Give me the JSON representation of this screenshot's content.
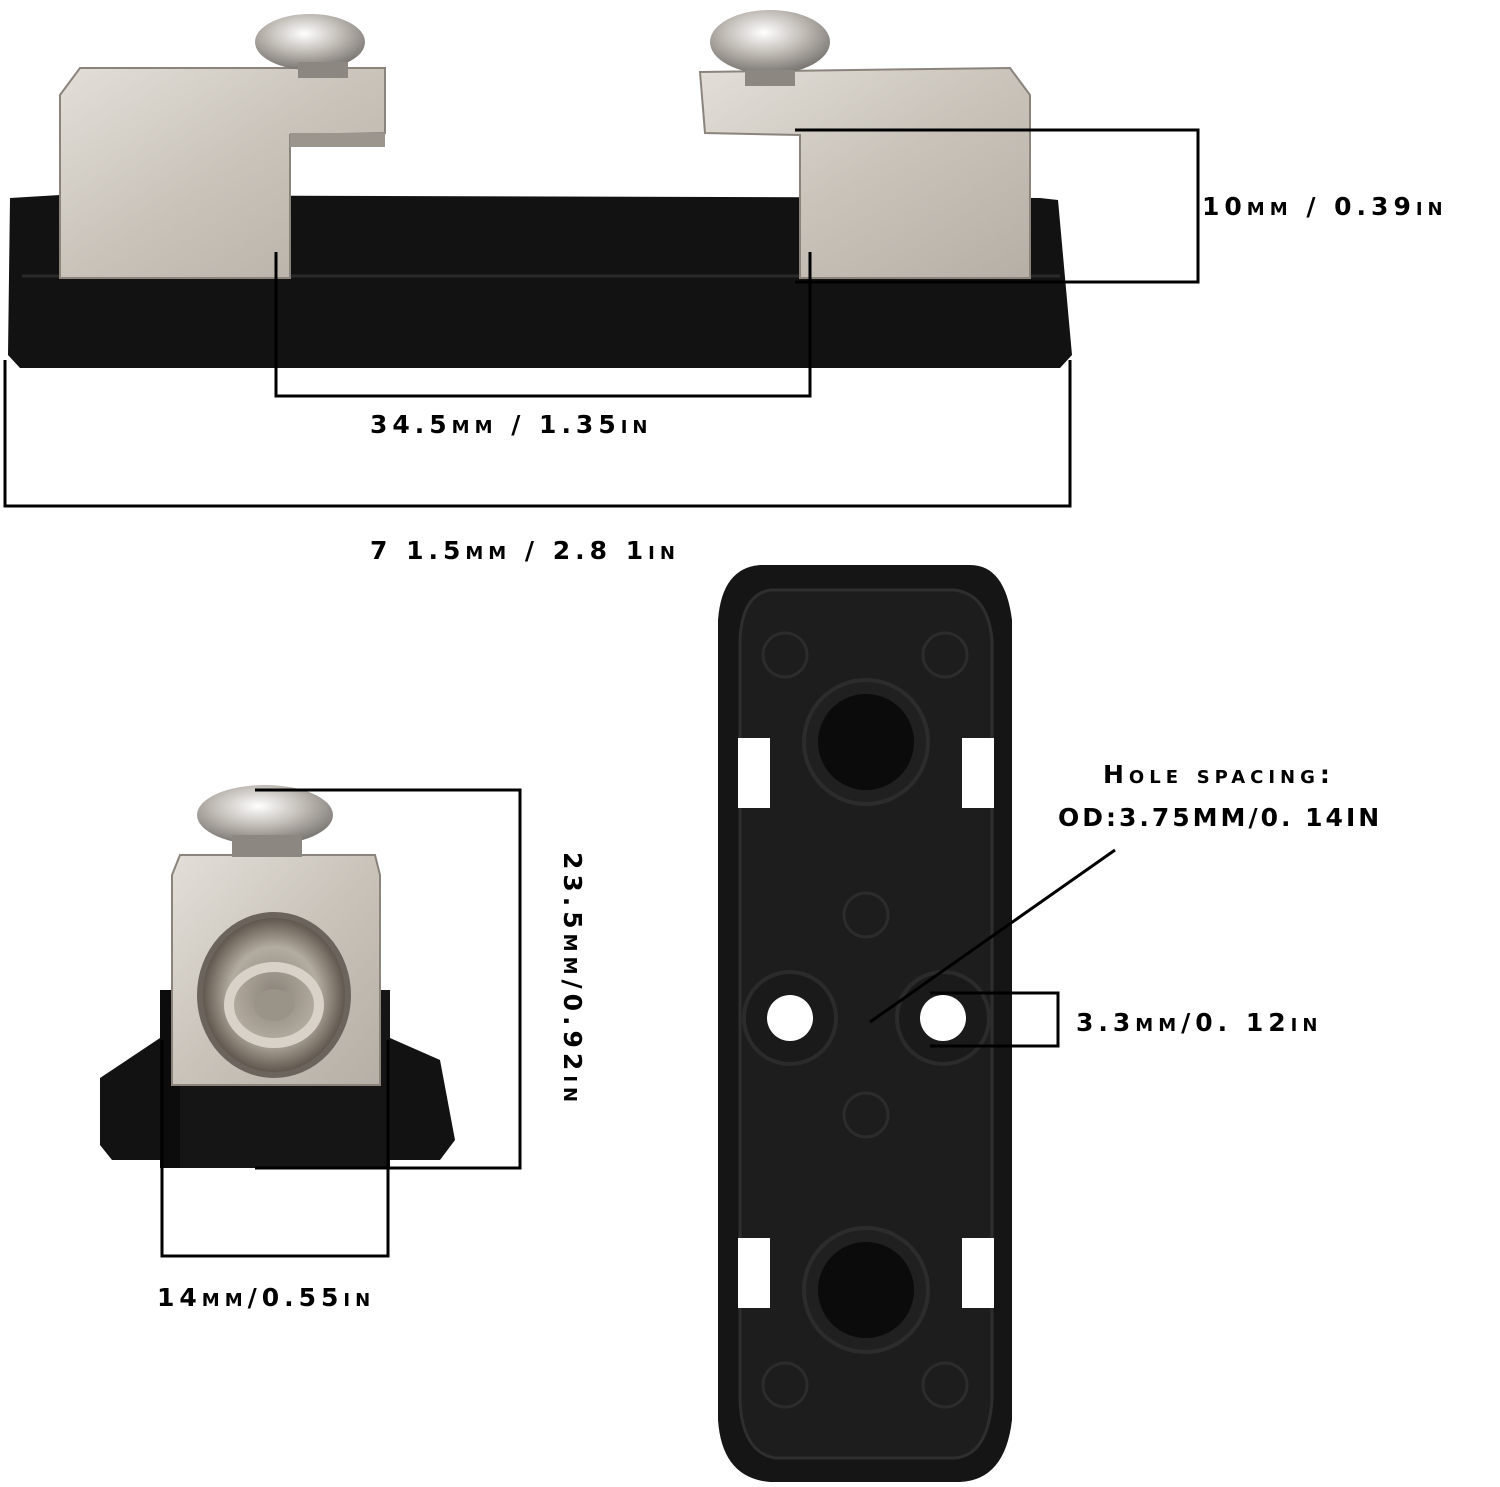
{
  "colors": {
    "background": "#ffffff",
    "base_black": "#121212",
    "metal_silver": "#cfcac3",
    "dimension_lines": "#000000"
  },
  "dimensions": {
    "terminal_height": "10mm  /  0.39in",
    "terminal_spacing": "34.5mm  /   1.35in",
    "overall_length": "7 1.5mm  /   2.8 1in",
    "side_height": "23.5mm/0.92in",
    "side_width": "14mm/0.55in",
    "hole_title": "Hole  spacing:",
    "hole_od": "OD:3.75MM/0. 14IN",
    "hole_diameter": "3.3mm/0. 12in"
  }
}
